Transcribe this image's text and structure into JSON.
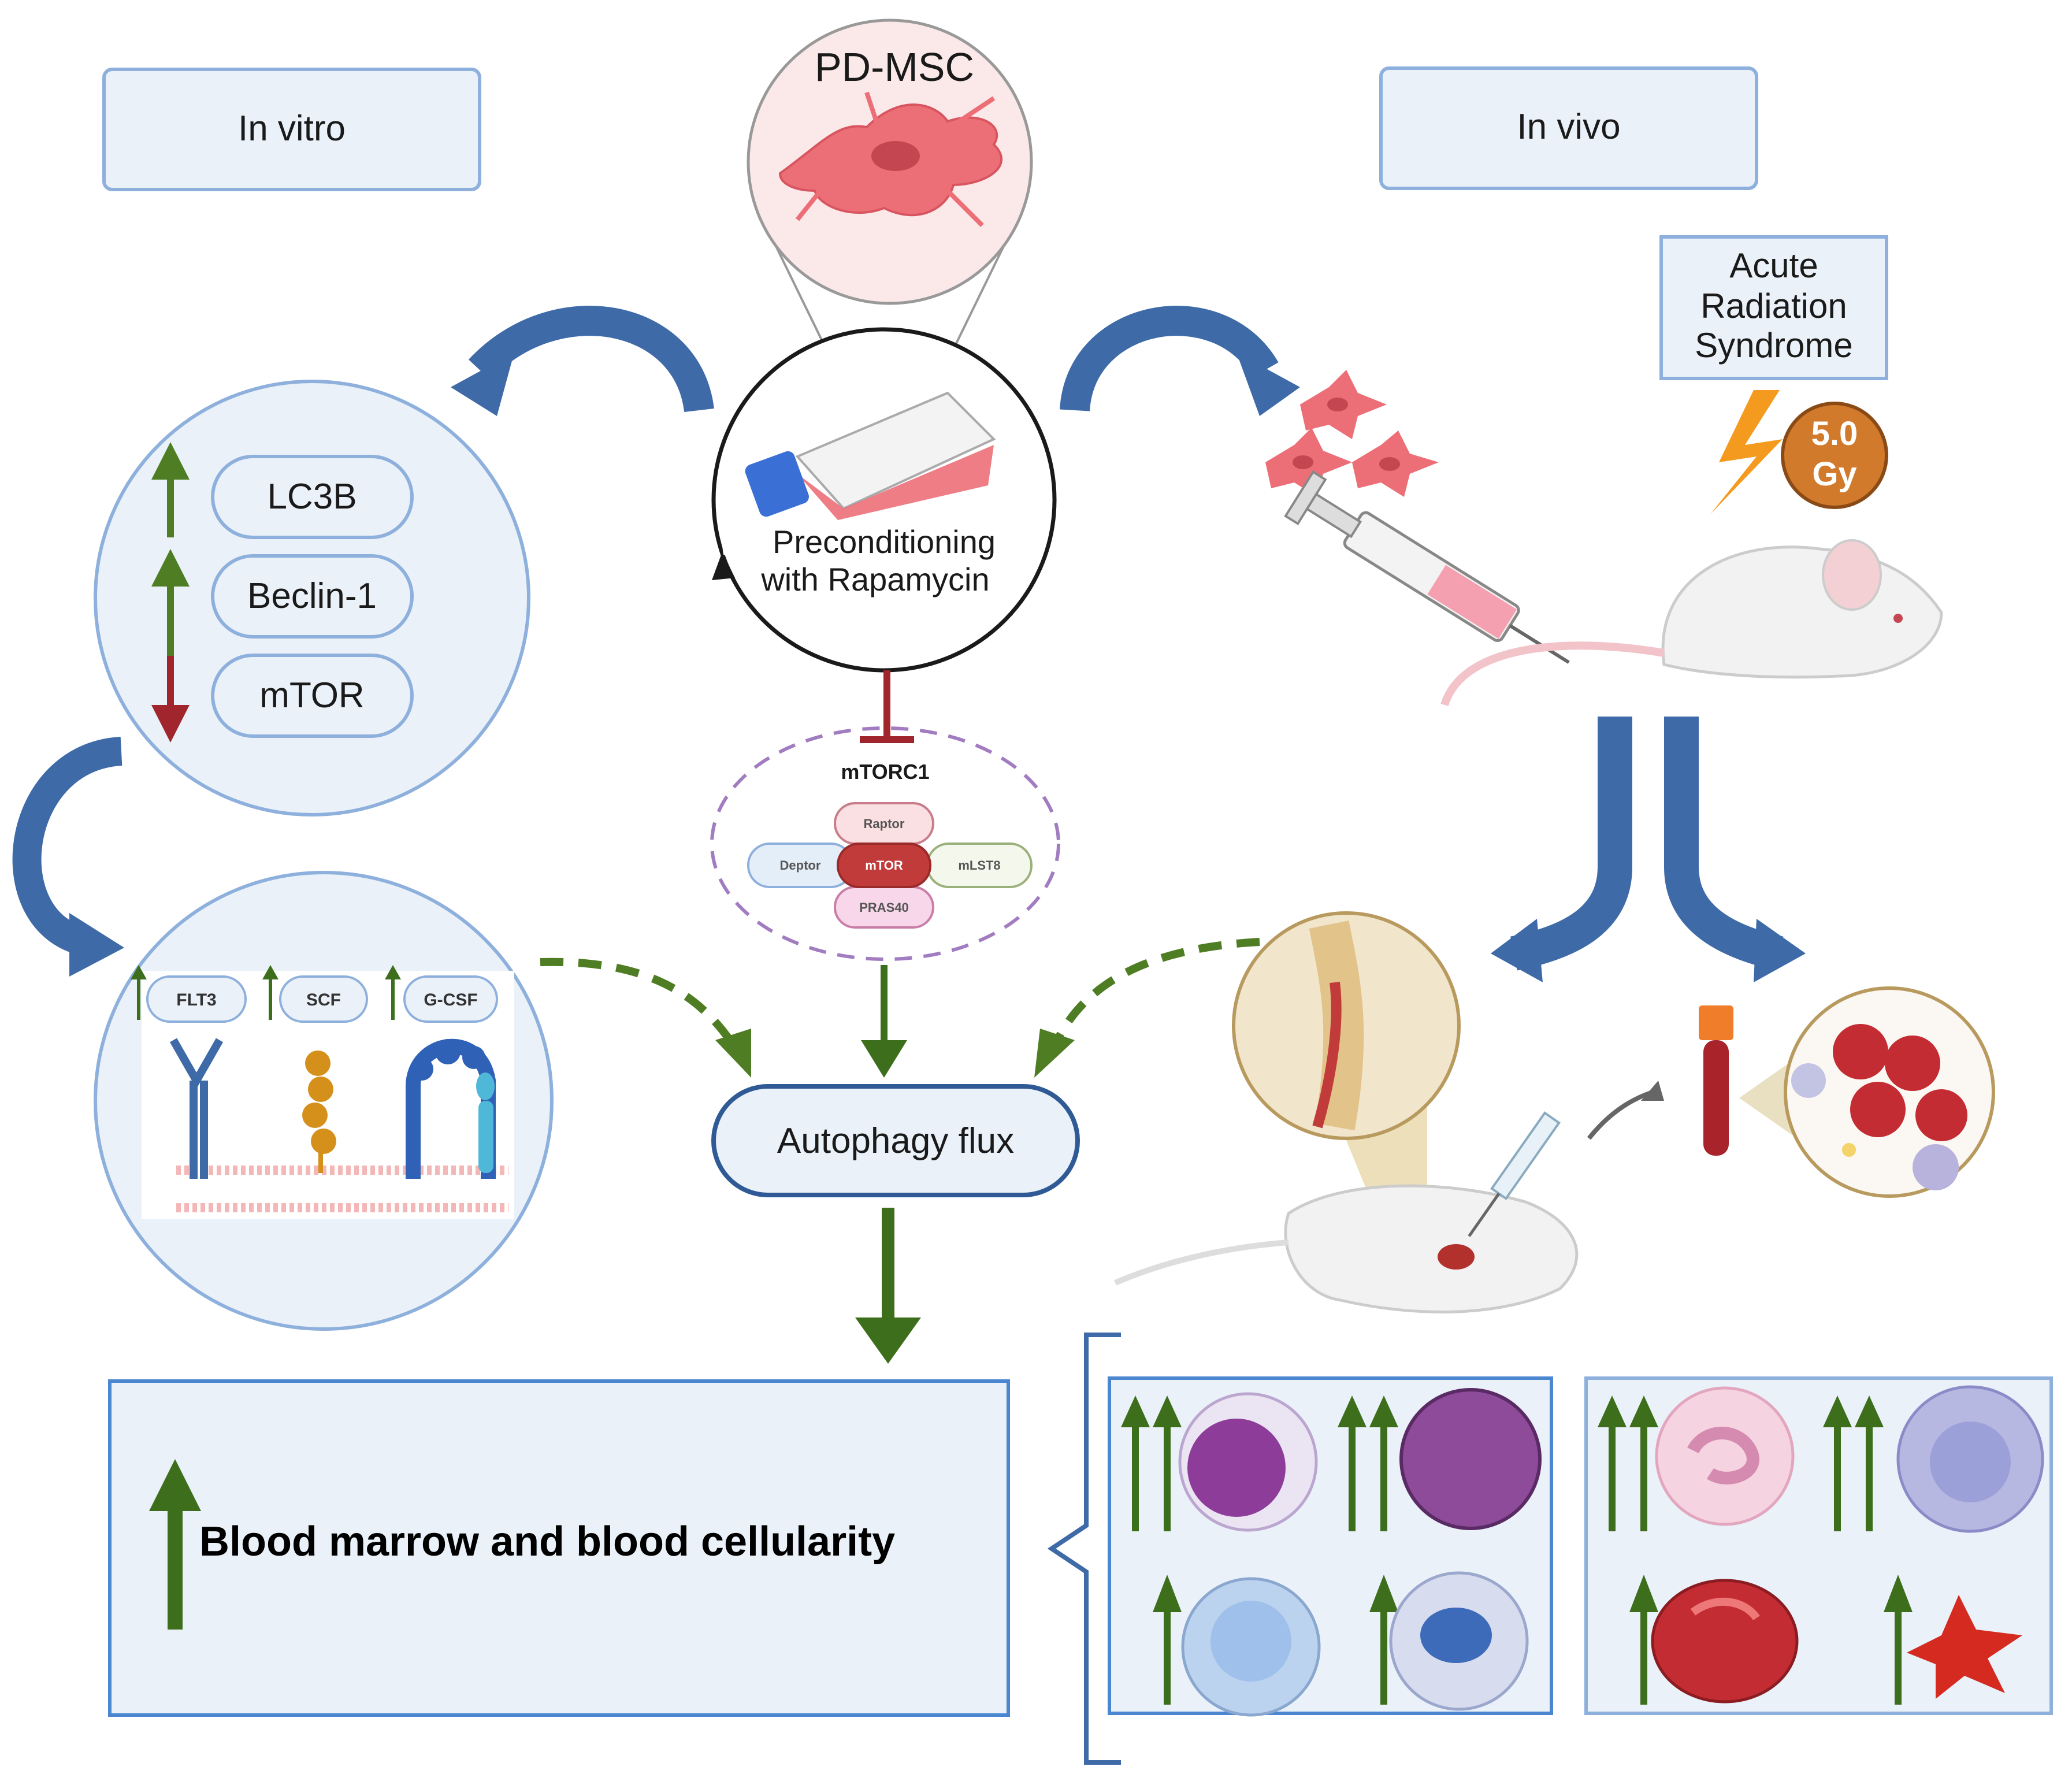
{
  "top": {
    "in_vitro": "In vitro",
    "in_vivo": "In vivo",
    "cell_source": "PD-MSC",
    "precondition_line1": "Preconditioning",
    "precondition_line2": "with Rapamycin"
  },
  "markers": [
    {
      "label": "LC3B",
      "direction": "up"
    },
    {
      "label": "Beclin-1",
      "direction": "up"
    },
    {
      "label": "mTOR",
      "direction": "down"
    }
  ],
  "receptors": [
    {
      "label": "FLT3"
    },
    {
      "label": "SCF"
    },
    {
      "label": "G-CSF"
    }
  ],
  "mtorc1": {
    "title": "mTORC1",
    "components": {
      "top": "Raptor",
      "left": "Deptor",
      "center": "mTOR",
      "right": "mLST8",
      "bottom": "PRAS40"
    }
  },
  "autophagy": "Autophagy flux",
  "ars": {
    "line1": "Acute",
    "line2": "Radiation",
    "line3": "Syndrome"
  },
  "dose": {
    "value": "5.0",
    "unit": "Gy"
  },
  "result": "Blood marrow and blood cellularity",
  "colors": {
    "box_fill": "#eaf1f9",
    "box_border": "#8eb0dc",
    "blue_arrow": "#3e6ba8",
    "green_arrow": "#3d6e1c",
    "red_arrow": "#a0252c",
    "mtor_red": "#c23b3b",
    "msc_pink": "#ec6f78",
    "dose_orange": "#d17a2b",
    "bolt_orange": "#f39a1f"
  },
  "icons": {
    "msc": "stem-cell-icon",
    "flask": "culture-flask-icon",
    "mouse": "mouse-icon",
    "syringe": "syringe-icon",
    "bone": "bone-marrow-icon",
    "blood_tube": "blood-tube-icon",
    "lightning": "lightning-icon"
  }
}
